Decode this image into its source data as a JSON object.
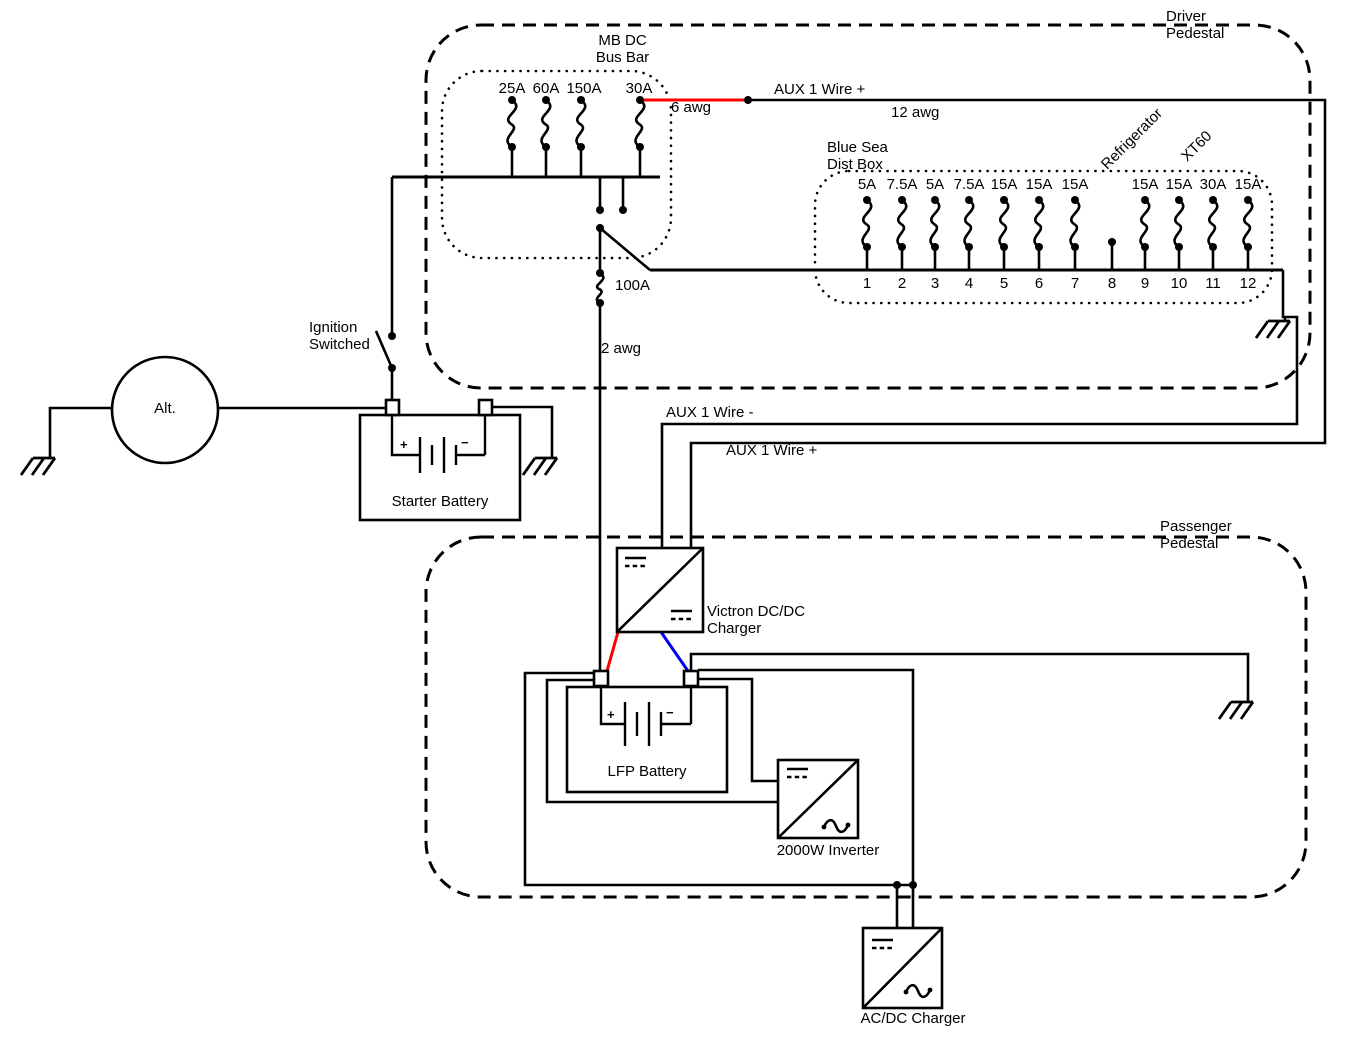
{
  "driver_pedestal": {
    "line1": "Driver",
    "line2": "Pedestal"
  },
  "passenger_pedestal": {
    "line1": "Passenger",
    "line2": "Pedestal"
  },
  "mb_bus_bar": {
    "title1": "MB DC",
    "title2": "Bus Bar",
    "fuses": [
      "25A",
      "60A",
      "150A",
      "30A"
    ],
    "main_fuse_label": "100A"
  },
  "blue_sea": {
    "title1": "Blue Sea",
    "title2": "Dist Box",
    "rotated1": "Refrigerator",
    "rotated2": "XT60",
    "circuits": [
      {
        "num": "1",
        "fuse": "5A"
      },
      {
        "num": "2",
        "fuse": "7.5A"
      },
      {
        "num": "3",
        "fuse": "5A"
      },
      {
        "num": "4",
        "fuse": "7.5A"
      },
      {
        "num": "5",
        "fuse": "15A"
      },
      {
        "num": "6",
        "fuse": "15A"
      },
      {
        "num": "7",
        "fuse": "15A"
      },
      {
        "num": "8",
        "fuse": ""
      },
      {
        "num": "9",
        "fuse": "15A"
      },
      {
        "num": "10",
        "fuse": "15A"
      },
      {
        "num": "11",
        "fuse": "30A"
      },
      {
        "num": "12",
        "fuse": "15A"
      }
    ]
  },
  "wire_labels": {
    "aux1_plus_top": "AUX 1 Wire +",
    "awg6": "6 awg",
    "awg12": "12 awg",
    "awg2": "2 awg",
    "aux1_minus": "AUX 1 Wire -",
    "aux1_plus": "AUX 1 Wire +"
  },
  "components": {
    "alternator": "Alt.",
    "ignition1": "Ignition",
    "ignition2": "Switched",
    "starter_battery": "Starter Battery",
    "lfp_battery": "LFP Battery",
    "victron1": "Victron DC/DC",
    "victron2": "Charger",
    "inverter": "2000W Inverter",
    "acdc_charger": "AC/DC Charger"
  },
  "symbols": {
    "plus": "+",
    "minus": "−"
  },
  "colors": {
    "wire": "#000000",
    "positive_wire": "#ff0000",
    "negative_wire": "#0000ee"
  }
}
